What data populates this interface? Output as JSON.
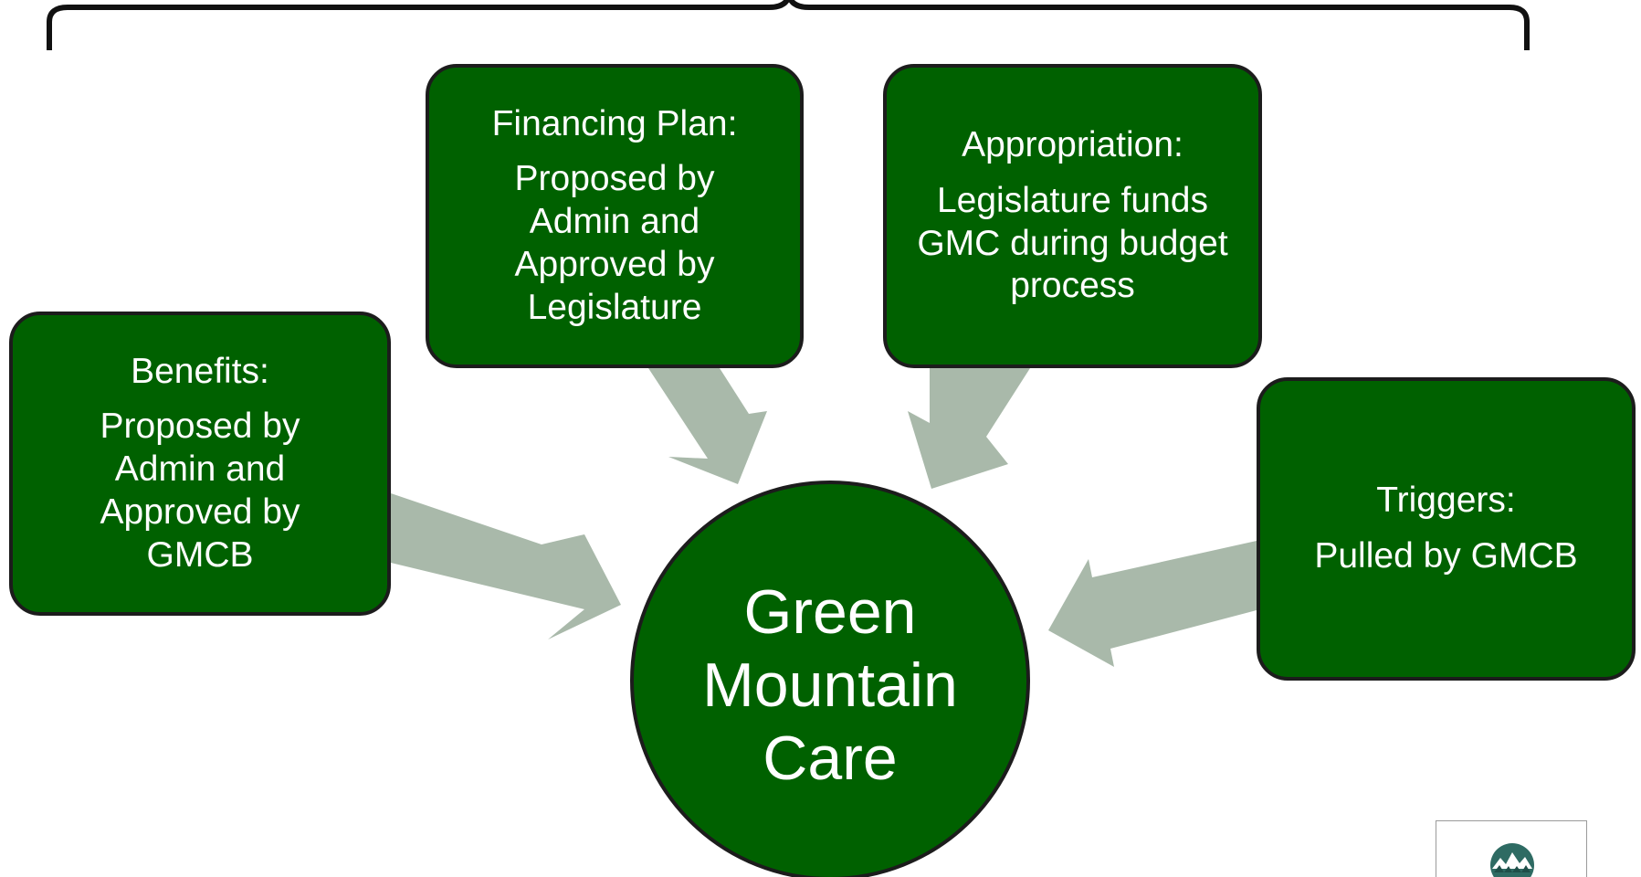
{
  "diagram": {
    "center": {
      "label": "Green Mountain Care"
    },
    "boxes": [
      {
        "id": "benefits",
        "heading": "Benefits:",
        "body": "Proposed by Admin and Approved by GMCB"
      },
      {
        "id": "financing",
        "heading": "Financing Plan:",
        "body": "Proposed by Admin and Approved by Legislature"
      },
      {
        "id": "appropriation",
        "heading": "Appropriation:",
        "body": "Legislature funds GMC during budget process"
      },
      {
        "id": "triggers",
        "heading": "Triggers:",
        "body": "Pulled by GMCB"
      }
    ],
    "logo": {
      "icon": "mountain-logo-icon"
    }
  },
  "colors": {
    "box_fill": "#006100",
    "box_border": "#1c1c1c",
    "arrow_fill": "#a9b9aa",
    "text": "#ffffff",
    "brace": "#111111",
    "logo_mark": "#2e6b63"
  }
}
